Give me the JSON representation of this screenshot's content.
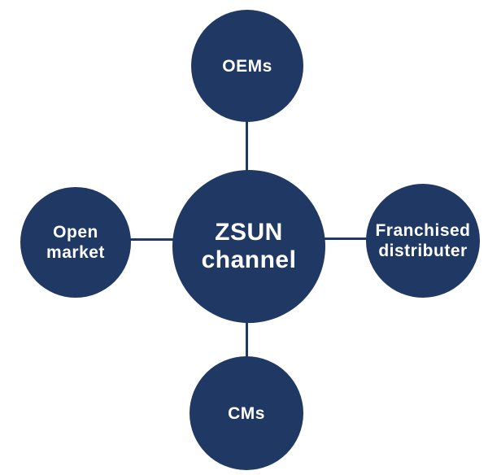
{
  "colors": {
    "node": "#1f3864",
    "text": "#ffffff",
    "line": "#1f3864",
    "background": "#ffffff"
  },
  "center_node": {
    "lines": [
      "ZSUN",
      "channel"
    ]
  },
  "nodes": {
    "top": {
      "lines": [
        "OEMs"
      ]
    },
    "left": {
      "lines": [
        "Open",
        "market"
      ]
    },
    "right": {
      "lines": [
        "Franchised",
        "distributer"
      ]
    },
    "bottom": {
      "lines": [
        "CMs"
      ]
    }
  }
}
